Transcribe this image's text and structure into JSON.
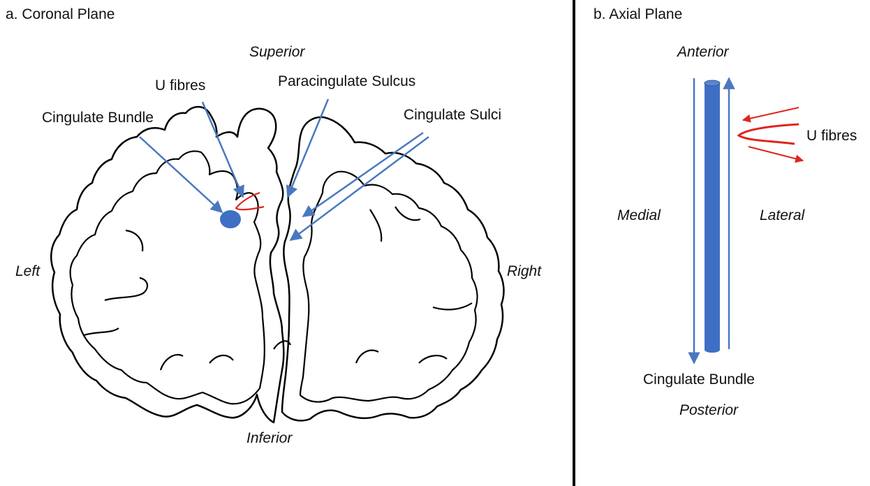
{
  "panel_a": {
    "title": "a. Coronal Plane",
    "orientation": {
      "superior": "Superior",
      "inferior": "Inferior",
      "left": "Left",
      "right": "Right"
    },
    "labels": {
      "u_fibres": "U fibres",
      "paracingulate_sulcus": "Paracingulate Sulcus",
      "cingulate_bundle": "Cingulate Bundle",
      "cingulate_sulci": "Cingulate Sulci"
    }
  },
  "panel_b": {
    "title": "b. Axial Plane",
    "orientation": {
      "anterior": "Anterior",
      "posterior": "Posterior",
      "medial": "Medial",
      "lateral": "Lateral"
    },
    "labels": {
      "u_fibres": "U fibres",
      "cingulate_bundle": "Cingulate Bundle"
    }
  },
  "colors": {
    "arrow": "#4a78c0",
    "bundle": "#3f6fc4",
    "u_fibres": "#e0241b",
    "outline": "#000000"
  }
}
